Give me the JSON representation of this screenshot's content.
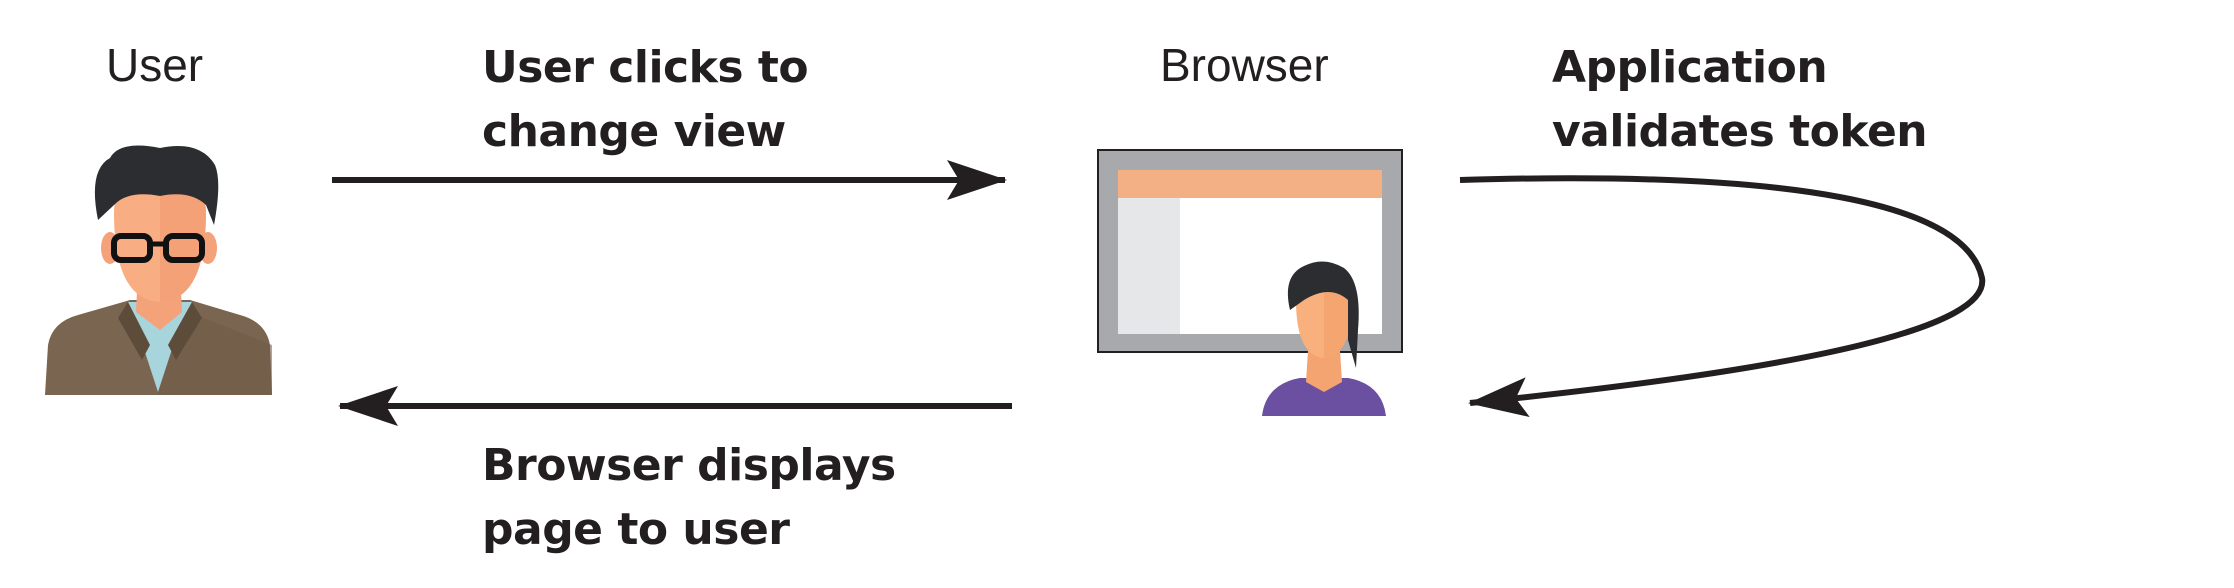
{
  "nodes": {
    "user": {
      "label": "User"
    },
    "browser": {
      "label": "Browser"
    }
  },
  "edges": {
    "user_to_browser": {
      "line1": "User clicks to",
      "line2": "change view"
    },
    "browser_self": {
      "line1": "Application",
      "line2": "validates token"
    },
    "browser_to_user": {
      "line1": "Browser displays",
      "line2": "page to user"
    }
  },
  "colors": {
    "ink": "#231f20",
    "frame_gray": "#a7a9ac",
    "screen_header": "#f2b084",
    "screen_sidebar": "#e6e7e8",
    "user_jacket": "#7a6550",
    "user_skin": "#f4a27a",
    "user_shirt": "#a8d4dc",
    "user_hair": "#2b2d30",
    "woman_shirt": "#6b4fa0",
    "woman_skin": "#f4a470"
  },
  "icons": {
    "user": "man-with-glasses-avatar",
    "browser": "browser-window-with-woman-avatar"
  }
}
